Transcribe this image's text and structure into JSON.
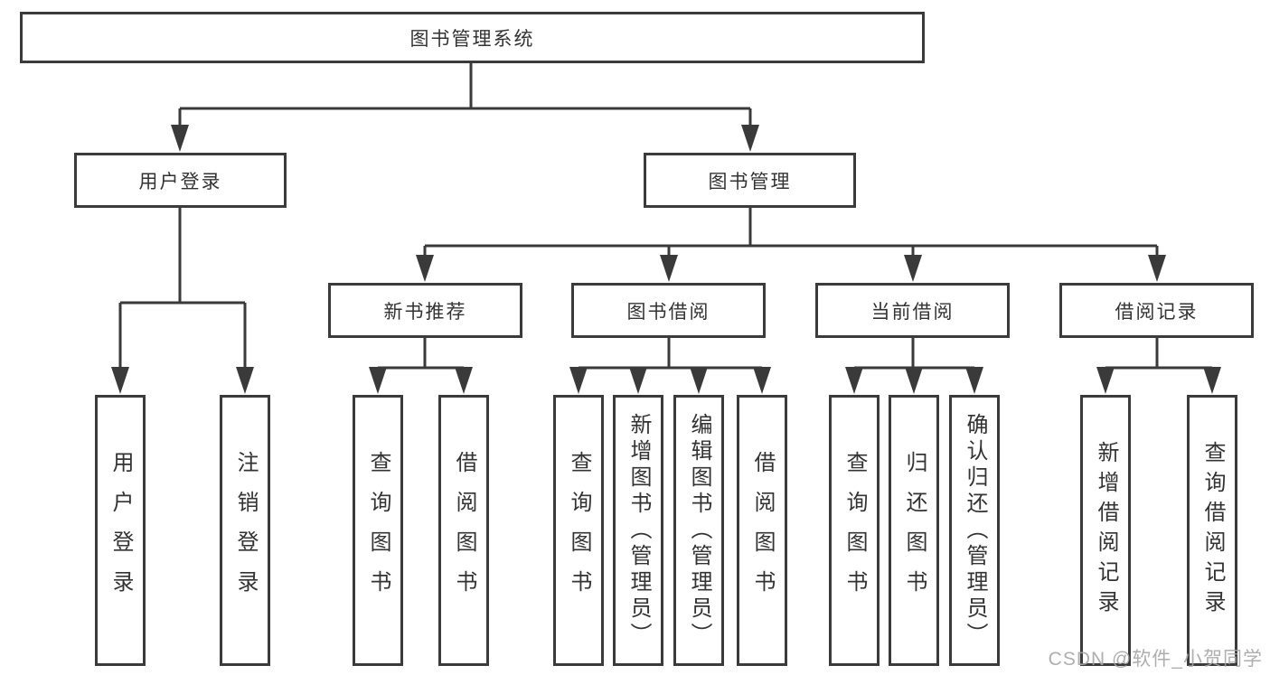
{
  "tree": {
    "label": "图书管理系统",
    "children": [
      {
        "label": "用户登录",
        "children": [
          {
            "label": "用户登录"
          },
          {
            "label": "注销登录"
          }
        ]
      },
      {
        "label": "图书管理",
        "children": [
          {
            "label": "新书推荐",
            "children": [
              {
                "label": "查询图书"
              },
              {
                "label": "借阅图书"
              }
            ]
          },
          {
            "label": "图书借阅",
            "children": [
              {
                "label": "查询图书"
              },
              {
                "label": "新增图书（管理员）"
              },
              {
                "label": "编辑图书（管理员）"
              },
              {
                "label": "借阅图书"
              }
            ]
          },
          {
            "label": "当前借阅",
            "children": [
              {
                "label": "查询图书"
              },
              {
                "label": "归还图书"
              },
              {
                "label": "确认归还（管理员）"
              }
            ]
          },
          {
            "label": "借阅记录",
            "children": [
              {
                "label": "新增借阅记录"
              },
              {
                "label": "查询借阅记录"
              }
            ]
          }
        ]
      }
    ]
  },
  "watermark": "CSDN @软件_小贺同学",
  "colors": {
    "line": "#3a3a3a",
    "box_border": "#3b3b3b",
    "text": "#333333",
    "watermark": "#a5a5a5",
    "background": "#ffffff"
  }
}
